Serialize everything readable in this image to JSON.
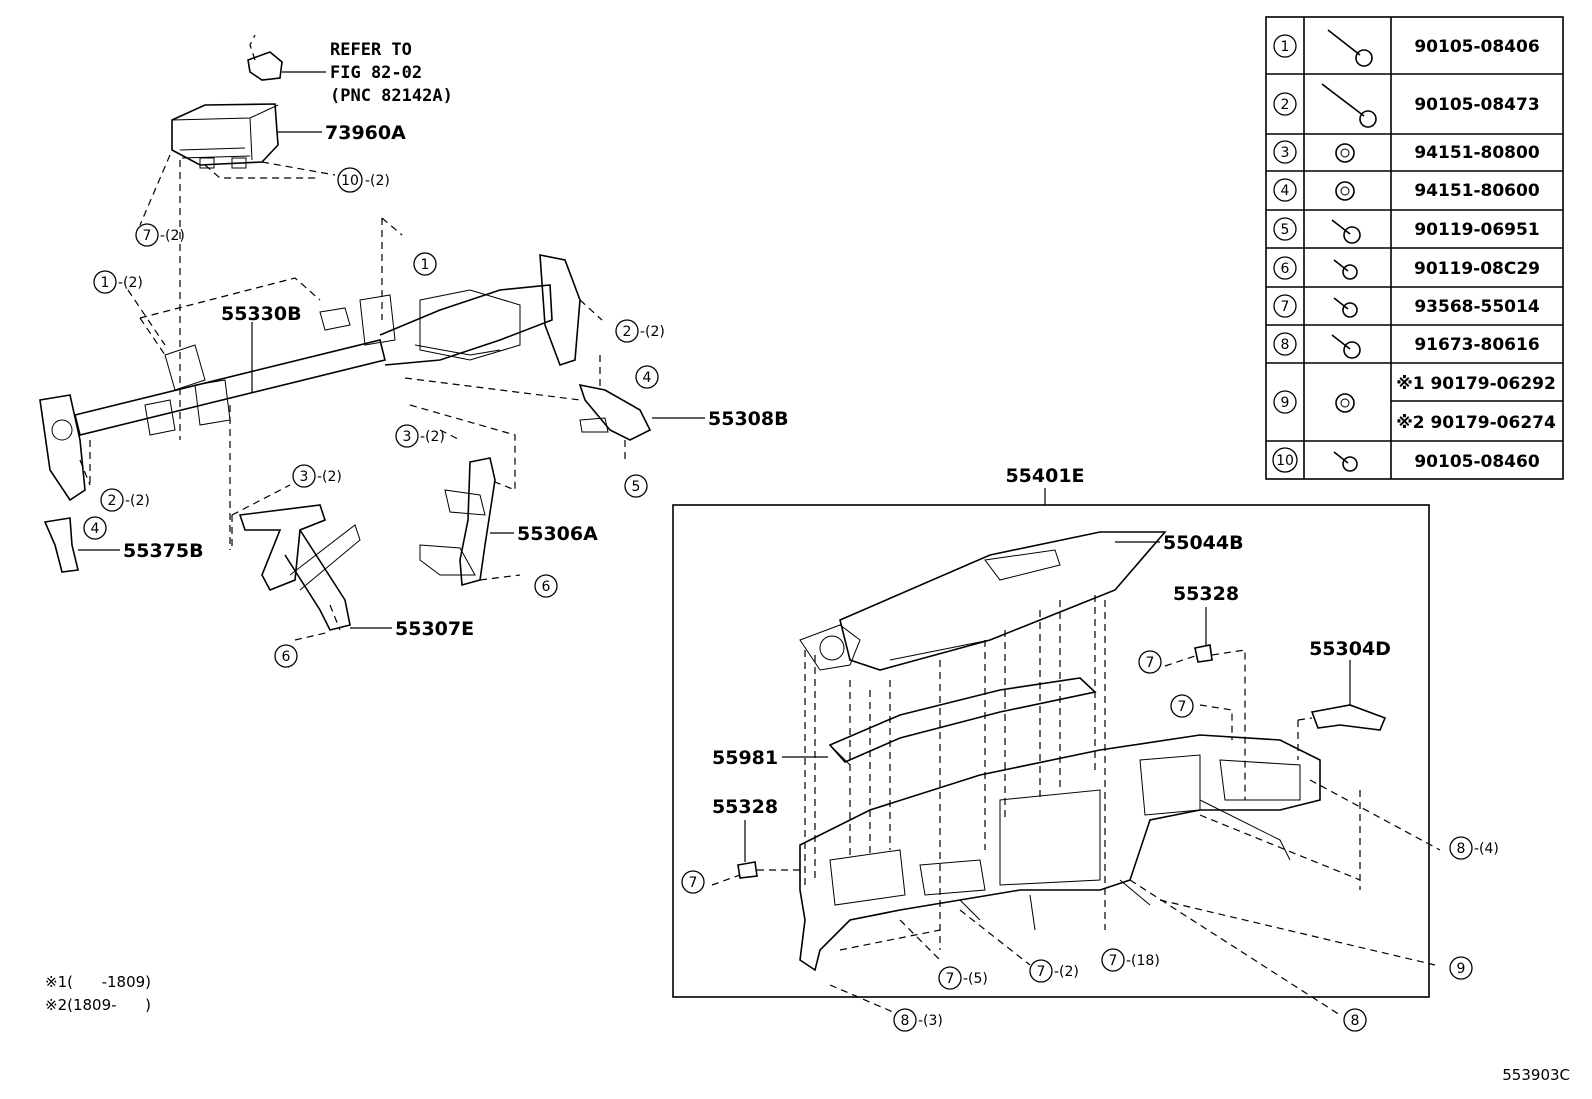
{
  "refer": {
    "line1": "REFER TO",
    "line2": "FIG 82-02",
    "line3": "(PNC 82142A)"
  },
  "parts": {
    "p73960A": "73960A",
    "p55330B": "55330B",
    "p55308B": "55308B",
    "p55375B": "55375B",
    "p55306A": "55306A",
    "p55307E": "55307E",
    "p55401E": "55401E",
    "p55044B": "55044B",
    "p55328a": "55328",
    "p55328b": "55328",
    "p55304D": "55304D",
    "p55981": "55981"
  },
  "callouts": [
    {
      "num": "10",
      "qty": "-(2)"
    },
    {
      "num": "7",
      "qty": "-(2)"
    },
    {
      "num": "1",
      "qty": ""
    },
    {
      "num": "1",
      "qty": "-(2)"
    },
    {
      "num": "2",
      "qty": "-(2)"
    },
    {
      "num": "4",
      "qty": ""
    },
    {
      "num": "5",
      "qty": ""
    },
    {
      "num": "2",
      "qty": "-(2)"
    },
    {
      "num": "4",
      "qty": ""
    },
    {
      "num": "3",
      "qty": "-(2)"
    },
    {
      "num": "3",
      "qty": "-(2)"
    },
    {
      "num": "6",
      "qty": ""
    },
    {
      "num": "6",
      "qty": ""
    },
    {
      "num": "7",
      "qty": ""
    },
    {
      "num": "7",
      "qty": ""
    },
    {
      "num": "7",
      "qty": ""
    },
    {
      "num": "8",
      "qty": "-(4)"
    },
    {
      "num": "9",
      "qty": ""
    },
    {
      "num": "7",
      "qty": "-(5)"
    },
    {
      "num": "7",
      "qty": "-(2)"
    },
    {
      "num": "7",
      "qty": "-(18)"
    },
    {
      "num": "8",
      "qty": "-(3)"
    },
    {
      "num": "8",
      "qty": ""
    }
  ],
  "table": {
    "rows": [
      {
        "num": "1",
        "part": "90105-08406"
      },
      {
        "num": "2",
        "part": "90105-08473"
      },
      {
        "num": "3",
        "part": "94151-80800"
      },
      {
        "num": "4",
        "part": "94151-80600"
      },
      {
        "num": "5",
        "part": "90119-06951"
      },
      {
        "num": "6",
        "part": "90119-08C29"
      },
      {
        "num": "7",
        "part": "93568-55014"
      },
      {
        "num": "8",
        "part": "91673-80616"
      },
      {
        "num": "9",
        "part_a": "※1 90179-06292",
        "part_b": "※2 90179-06274"
      },
      {
        "num": "10",
        "part": "90105-08460"
      }
    ]
  },
  "notes": {
    "n1": "※1(      -1809)",
    "n2": "※2(1809-      )"
  },
  "figure_code": "553903C"
}
